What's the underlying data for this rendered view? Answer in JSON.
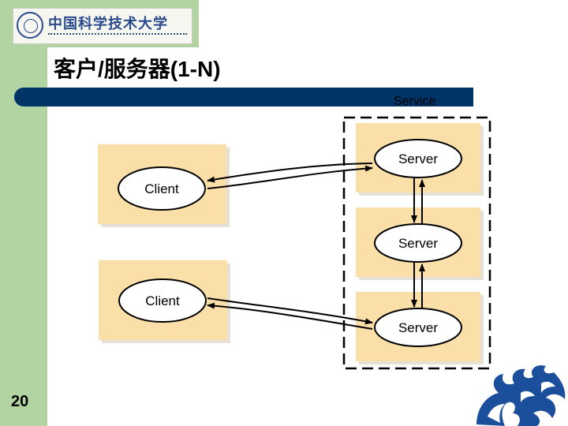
{
  "logo": {
    "school_name": "中国科学技术大学"
  },
  "slide": {
    "title": "客户/服务器(1-N)",
    "page_number": "20"
  },
  "diagram": {
    "group_label": "Service",
    "clients": [
      "Client",
      "Client"
    ],
    "servers": [
      "Server",
      "Server",
      "Server"
    ]
  },
  "colors": {
    "sidebar": "#b2d3a2",
    "title_bar": "#003366",
    "box_fill": "#fadfa8",
    "dragon": "#1b4f9c"
  }
}
